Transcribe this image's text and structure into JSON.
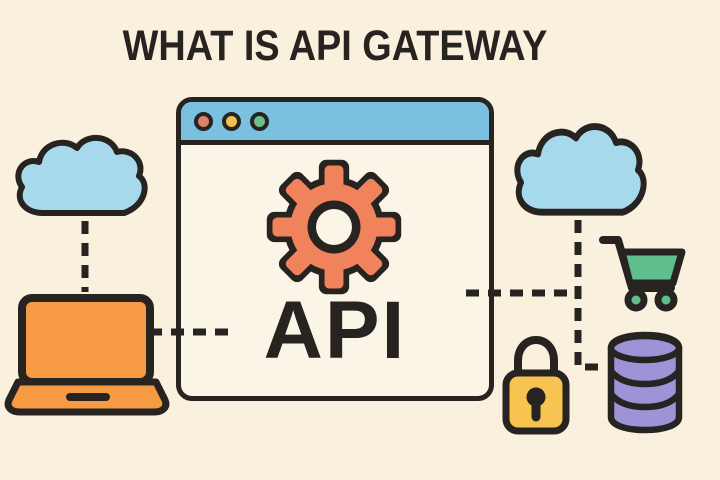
{
  "title": "WHAT IS API GATEWAY",
  "window": {
    "api_label": "API",
    "gear_icon": "settings-gear-icon",
    "traffic_lights": [
      {
        "name": "traffic-dot-red",
        "color": "#DD8168"
      },
      {
        "name": "traffic-dot-yellow",
        "color": "#EEC04D"
      },
      {
        "name": "traffic-dot-green",
        "color": "#6FBE8D"
      }
    ]
  },
  "illustration": {
    "left_side": {
      "cloud_icon": "cloud-icon",
      "laptop_icon": "laptop-client-icon"
    },
    "right_side": {
      "cloud_icon": "cloud-icon",
      "cart_icon": "shopping-cart-icon",
      "lock_icon": "security-lock-icon",
      "database_icon": "database-icon"
    },
    "connectors": "dashed-lines"
  },
  "colors": {
    "background": "#FAF0DE",
    "window_bg": "#FBF5E8",
    "outline": "#272320",
    "titlebar_blue": "#79C0E1",
    "cloud_blue": "#A6D9EC",
    "gear_salmon": "#F0835C",
    "laptop_orange": "#F69B44",
    "cart_green": "#5FBE8C",
    "lock_yellow": "#F6C44F",
    "db_purple": "#9D93D6"
  }
}
